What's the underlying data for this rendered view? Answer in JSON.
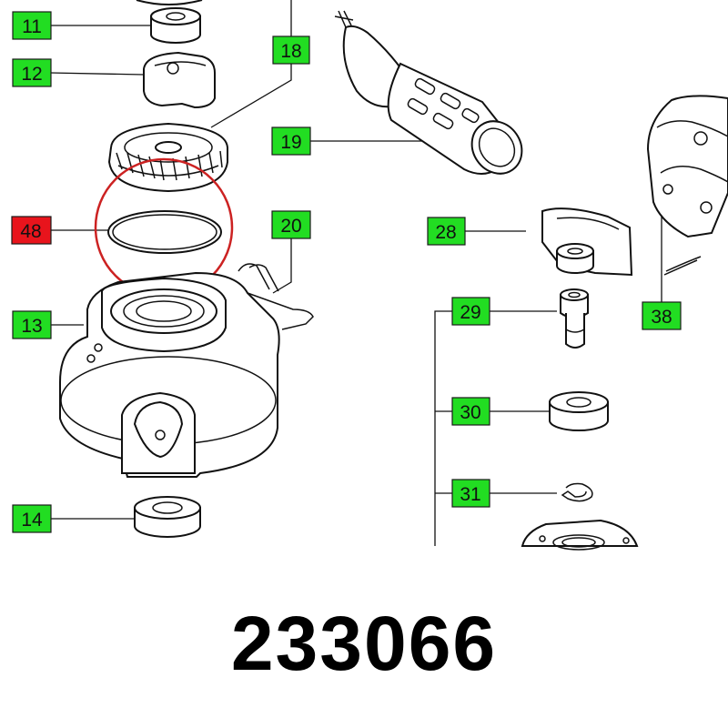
{
  "colors": {
    "label_fill": "#22dd22",
    "highlight_label_fill": "#e8141c",
    "highlight_ring": "#cc2222",
    "line": "#111111"
  },
  "labels": {
    "p11": "11",
    "p12": "12",
    "p13": "13",
    "p14": "14",
    "p18": "18",
    "p19": "19",
    "p20": "20",
    "p28": "28",
    "p29": "29",
    "p30": "30",
    "p31": "31",
    "p38": "38",
    "p48": "48"
  },
  "highlighted_part": "48",
  "part_number": "233066"
}
